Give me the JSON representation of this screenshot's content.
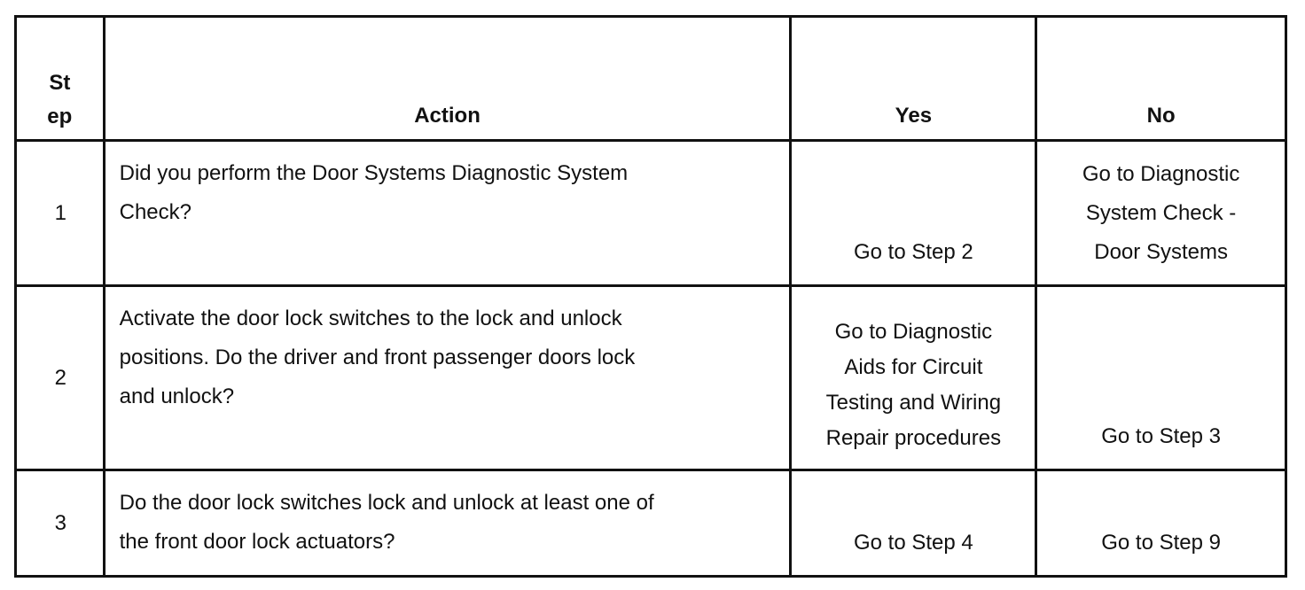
{
  "table": {
    "headers": {
      "step_line1": "St",
      "step_line2": "ep",
      "action": "Action",
      "yes": "Yes",
      "no": "No"
    },
    "rows": [
      {
        "step": "1",
        "action_lines": [
          "Did you perform the Door Systems Diagnostic System",
          "Check?"
        ],
        "yes_lines": [
          "Go to Step 2"
        ],
        "no_lines": [
          "Go to Diagnostic",
          "System Check -",
          "Door Systems"
        ]
      },
      {
        "step": "2",
        "action_lines": [
          "Activate the door lock switches to the lock and unlock",
          "positions. Do the driver and front passenger doors lock",
          "and unlock?"
        ],
        "yes_lines": [
          "Go to Diagnostic",
          "Aids for Circuit",
          "Testing and Wiring",
          "Repair procedures"
        ],
        "no_lines": [
          "Go to Step 3"
        ]
      },
      {
        "step": "3",
        "action_lines": [
          "Do the door lock switches lock and unlock at least one of",
          "the front door lock actuators?"
        ],
        "yes_lines": [
          "Go to Step 4"
        ],
        "no_lines": [
          "Go to Step 9"
        ]
      }
    ]
  }
}
